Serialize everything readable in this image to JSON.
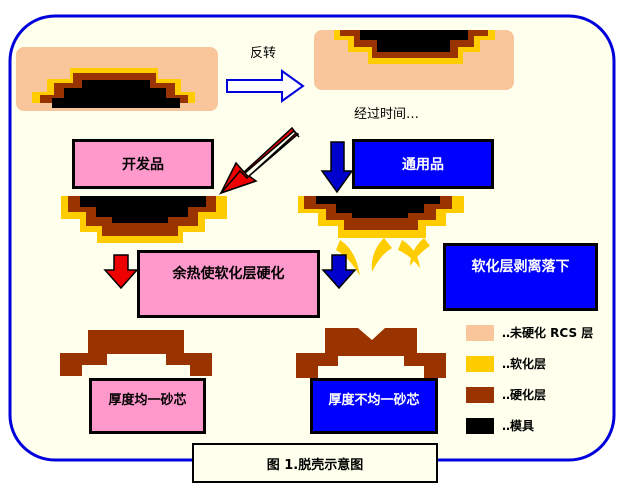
{
  "labels": {
    "flip": "反转",
    "time_passes": "经过时间…",
    "dev_product": "开发品",
    "general_product": "通用品",
    "residual_heat": "余热使软化层硬化",
    "soft_layer_falls": "软化层剥离落下",
    "uniform_core": "厚度均一砂芯",
    "nonuniform_core": "厚度不均一砂芯",
    "caption": "图 1.脱壳示意图"
  },
  "legend": [
    {
      "label": "‥未硬化 RCS 层",
      "color": "#f9c59a"
    },
    {
      "label": "‥软化层",
      "color": "#ffcc00"
    },
    {
      "label": "‥硬化层",
      "color": "#993300"
    },
    {
      "label": "‥模具",
      "color": "#000000"
    }
  ],
  "colors": {
    "frame_border": "#0000dd",
    "frame_fill": "#ffffee",
    "pink_box": "#ff99cc",
    "blue_box": "#0000ff",
    "red_arrow": "#ee0000",
    "blue_arrow": "#0000cc",
    "caption_fill": "#ffffee"
  }
}
